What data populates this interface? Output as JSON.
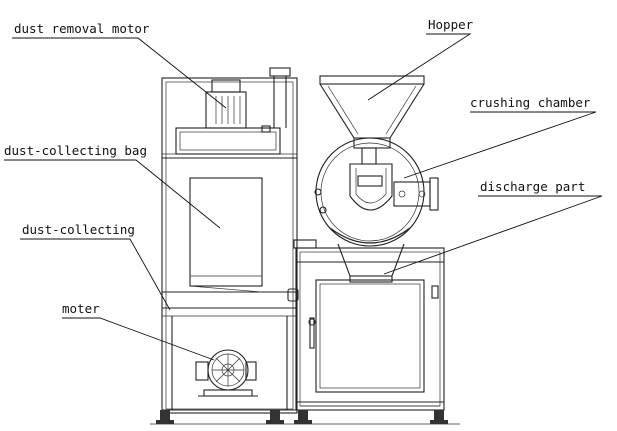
{
  "labels": {
    "dust_removal_motor": "dust removal motor",
    "hopper": "Hopper",
    "crushing_chamber": "crushing chamber",
    "dust_collecting_bag": "dust-collecting bag",
    "discharge_part": "discharge part",
    "dust_collecting": "dust-collecting",
    "moter": "moter"
  }
}
